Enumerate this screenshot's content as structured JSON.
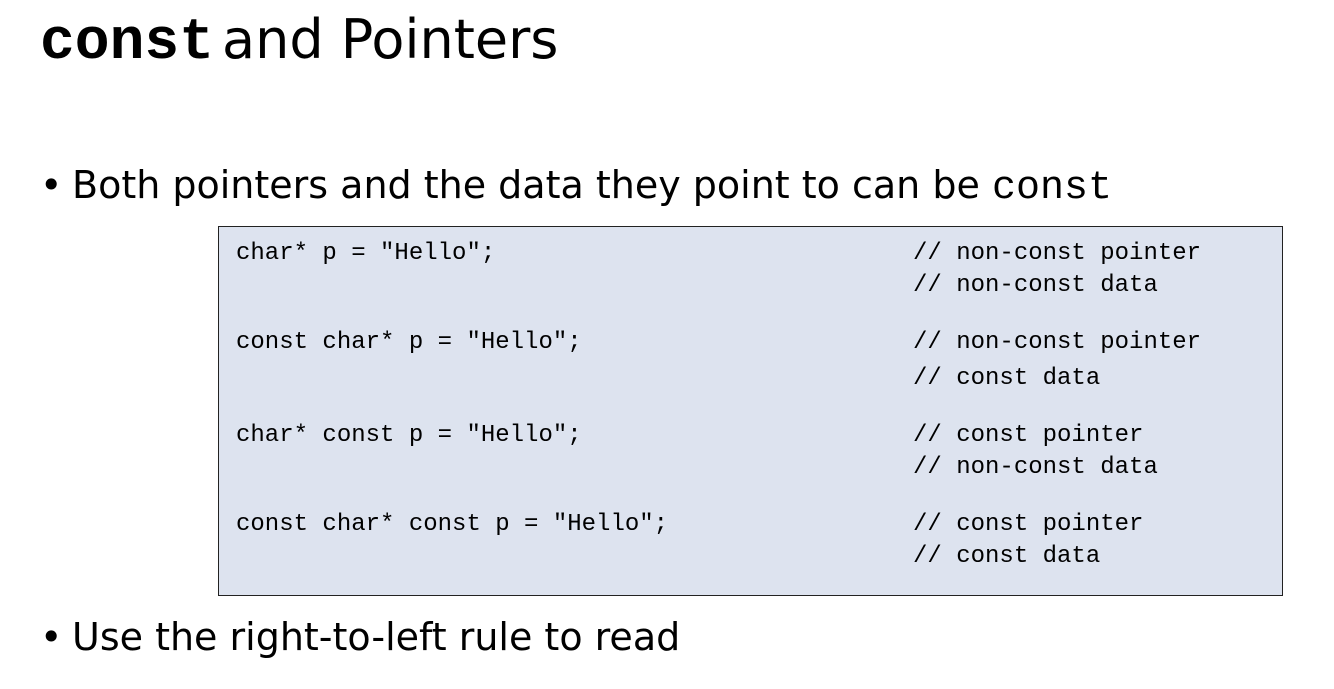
{
  "title": {
    "code": "const",
    "text": "and Pointers"
  },
  "bullets": [
    {
      "text": "Both pointers and the data they point to can be",
      "code": "const"
    },
    {
      "text": "Use the right-to-left rule to read"
    }
  ],
  "code_block": {
    "examples": [
      {
        "statement": "char* p = \"Hello\";",
        "comments": [
          "// non-const pointer",
          "// non-const data"
        ]
      },
      {
        "statement": "const char* p = \"Hello\";",
        "comments": [
          "// non-const pointer",
          "// const data"
        ]
      },
      {
        "statement": "char* const p = \"Hello\";",
        "comments": [
          "// const pointer",
          "// non-const data"
        ]
      },
      {
        "statement": "const char* const p = \"Hello\";",
        "comments": [
          "// const pointer",
          "// const data"
        ]
      }
    ]
  }
}
